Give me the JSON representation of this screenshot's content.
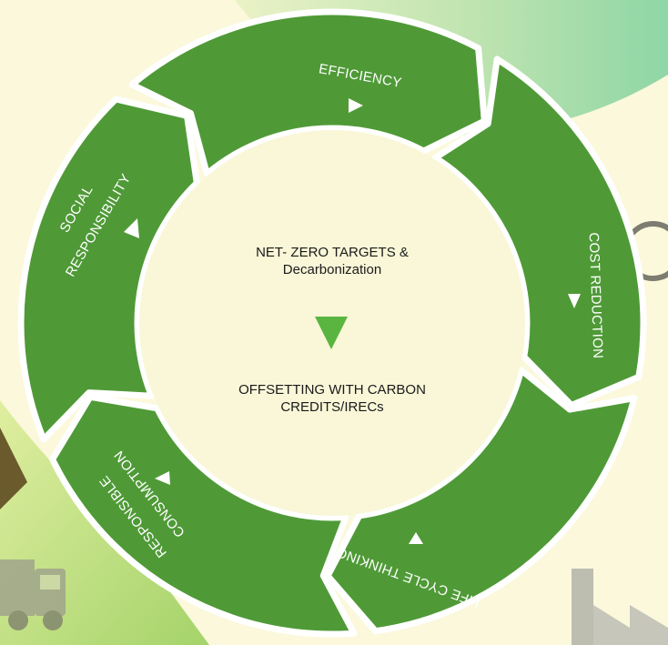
{
  "colors": {
    "background": "#fbf8dc",
    "ring_green": "#4f9a37",
    "ring_green_dark": "#3f8a2a",
    "center_fill": "#f9f7d8",
    "center_arrow": "#5ab540"
  },
  "cycle": {
    "segments": [
      {
        "label": "EFFICIENCY"
      },
      {
        "label": "COST REDUCTION"
      },
      {
        "label": "LIFE CYCLE THINKING"
      },
      {
        "label_line1": "RESPONSIBLE",
        "label_line2": "CONSUMPTION"
      },
      {
        "label_line1": "SOCIAL",
        "label_line2": "RESPONSIBILITY"
      }
    ]
  },
  "center": {
    "top_line1": "NET- ZERO TARGETS &",
    "top_line2": "Decarbonization",
    "bottom_line1": "OFFSETTING WITH CARBON",
    "bottom_line2": "CREDITS/IRECs"
  }
}
